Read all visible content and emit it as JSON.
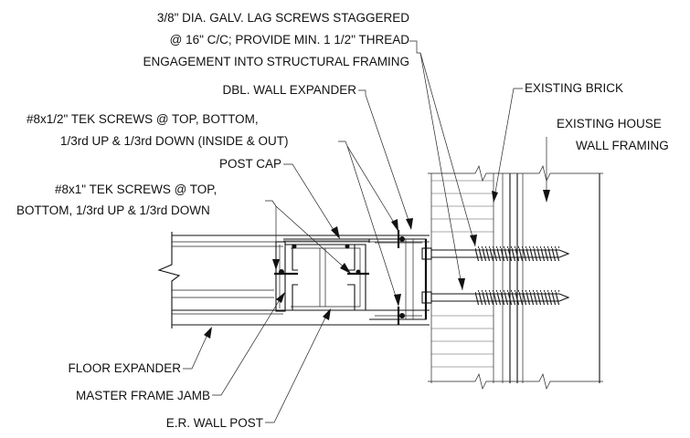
{
  "labels": {
    "lag_screws_1": "3/8\" DIA. GALV. LAG SCREWS STAGGERED",
    "lag_screws_2": "@ 16\" C/C; PROVIDE MIN. 1 1/2\" THREAD",
    "lag_screws_3": "ENGAGEMENT INTO STRUCTURAL FRAMING",
    "existing_brick": "EXISTING BRICK",
    "dbl_wall_expander": "DBL. WALL EXPANDER",
    "tek_half_1": "#8x1/2\" TEK SCREWS @ TOP, BOTTOM,",
    "tek_half_2": "1/3rd UP & 1/3rd DOWN (INSIDE & OUT)",
    "existing_house_1": "EXISTING HOUSE",
    "existing_house_2": "WALL FRAMING",
    "post_cap": "POST CAP",
    "tek_one_1": "#8x1\" TEK SCREWS @ TOP,",
    "tek_one_2": "BOTTOM, 1/3rd UP & 1/3rd DOWN",
    "floor_expander": "FLOOR EXPANDER",
    "master_frame_jamb": "MASTER FRAME JAMB",
    "er_wall_post": "E.R. WALL POST"
  },
  "colors": {
    "line": "#111111",
    "background": "#ffffff"
  }
}
